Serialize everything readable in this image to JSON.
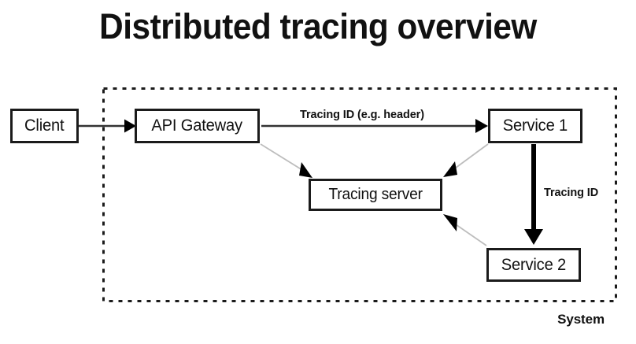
{
  "title": "Distributed tracing overview",
  "boundary": {
    "caption": "System",
    "style": "dashed"
  },
  "nodes": [
    {
      "id": "client",
      "label": "Client"
    },
    {
      "id": "api-gateway",
      "label": "API Gateway"
    },
    {
      "id": "service-1",
      "label": "Service 1"
    },
    {
      "id": "service-2",
      "label": "Service 2"
    },
    {
      "id": "tracing-server",
      "label": "Tracing server"
    }
  ],
  "edges": [
    {
      "id": "client-to-gateway",
      "from": "client",
      "to": "api-gateway",
      "label": "",
      "weight": "medium",
      "color": "#333333"
    },
    {
      "id": "gateway-to-service1",
      "from": "api-gateway",
      "to": "service-1",
      "label": "Tracing ID (e.g. header)",
      "weight": "medium",
      "color": "#333333"
    },
    {
      "id": "service1-to-service2",
      "from": "service-1",
      "to": "service-2",
      "label": "Tracing ID",
      "weight": "thick",
      "color": "#000000"
    },
    {
      "id": "gateway-to-tracing-server",
      "from": "api-gateway",
      "to": "tracing-server",
      "label": "",
      "weight": "thin",
      "color": "#bdbdbd"
    },
    {
      "id": "service1-to-tracing-server",
      "from": "service-1",
      "to": "tracing-server",
      "label": "",
      "weight": "thin",
      "color": "#bdbdbd"
    },
    {
      "id": "service2-to-tracing-server",
      "from": "service-2",
      "to": "tracing-server",
      "label": "",
      "weight": "thin",
      "color": "#bdbdbd"
    }
  ],
  "labels": {
    "tracing_id_header": "Tracing ID (e.g. header)",
    "tracing_id": "Tracing ID"
  },
  "colors": {
    "background": "#ffffff",
    "ink": "#111111",
    "box_border": "#1b1b1b",
    "thin_edge": "#bdbdbd",
    "arrow": "#000000"
  }
}
